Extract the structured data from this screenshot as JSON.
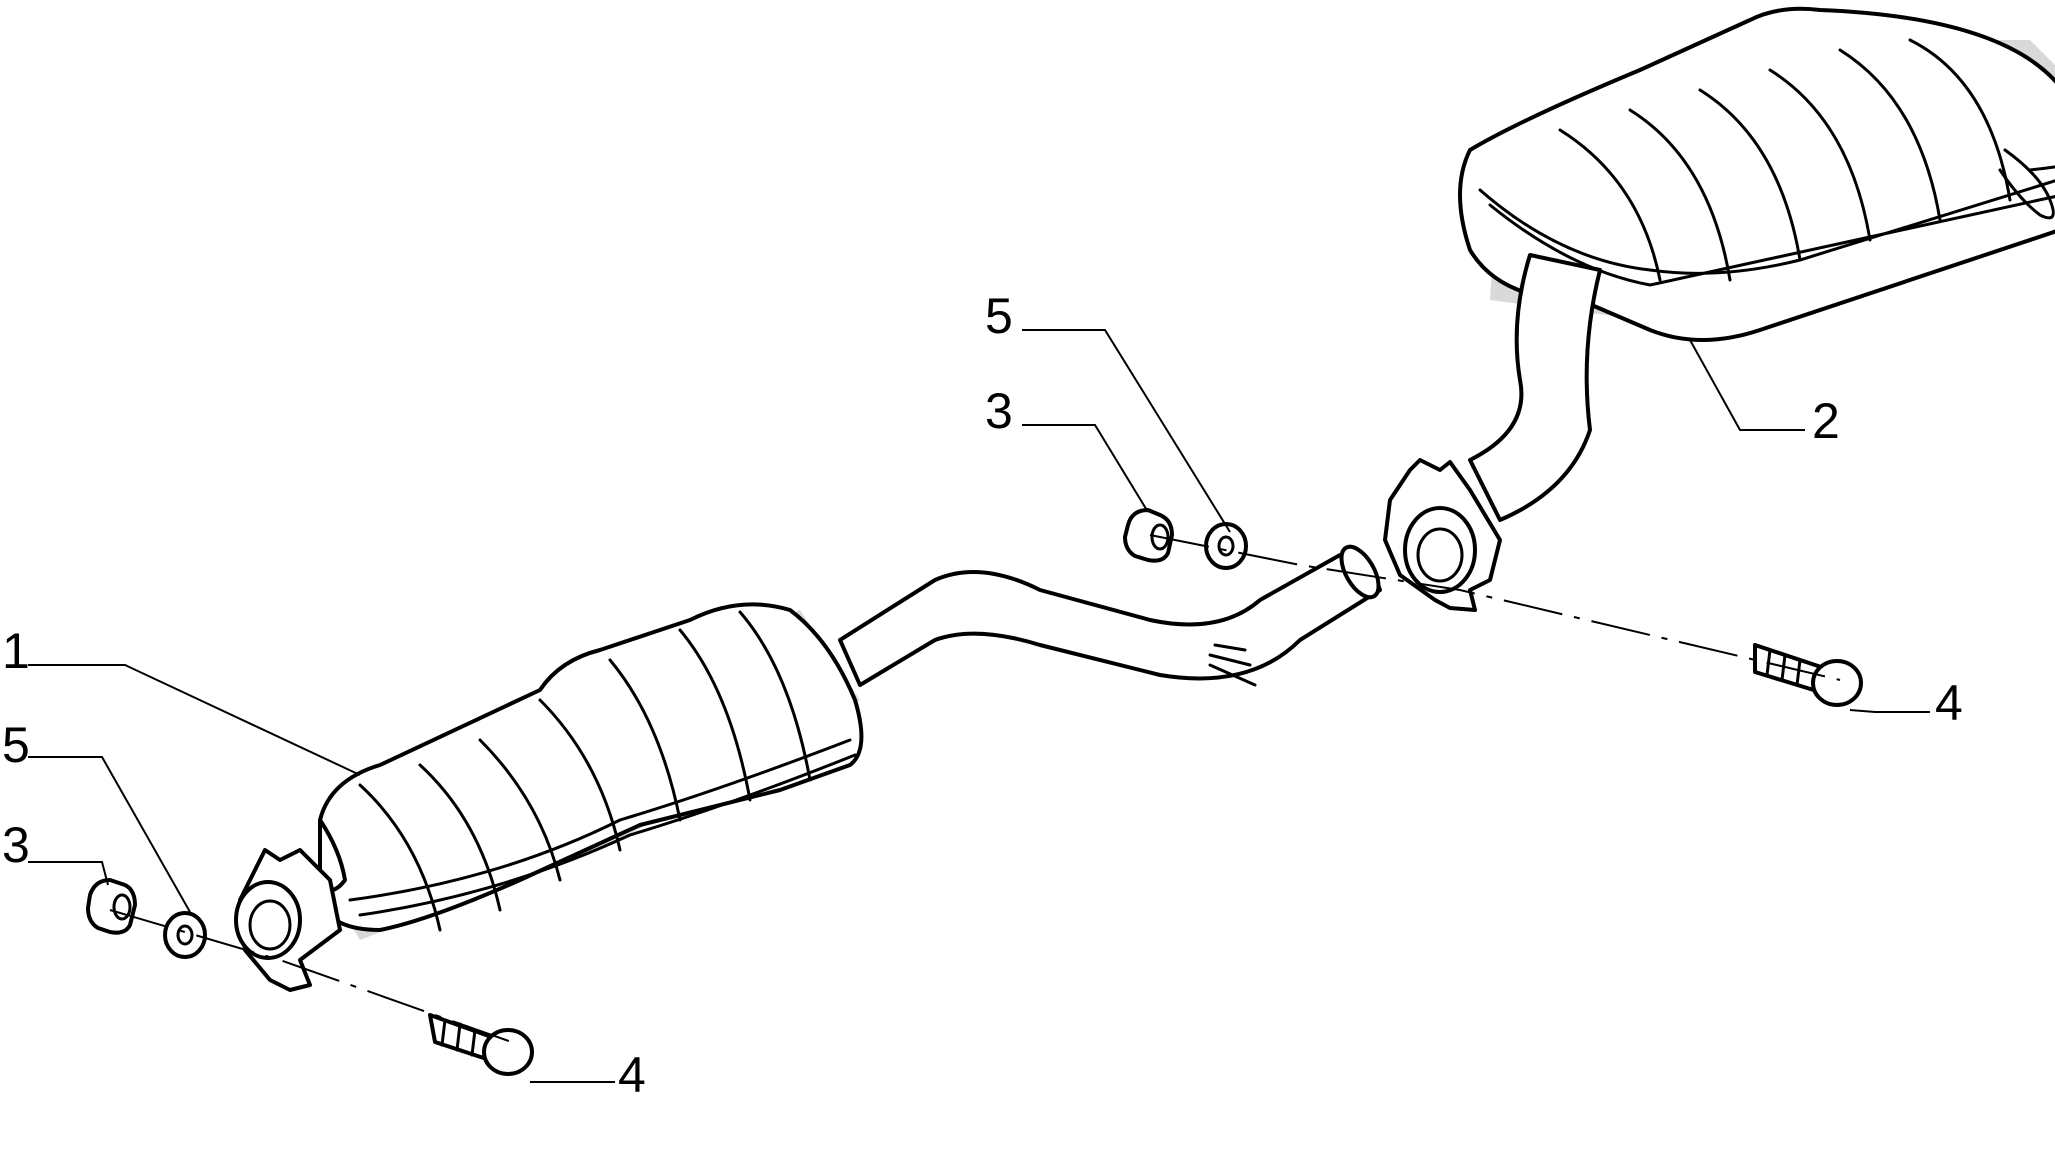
{
  "callouts": [
    {
      "id": "c1",
      "label": "1"
    },
    {
      "id": "c2",
      "label": "2"
    },
    {
      "id": "c3a",
      "label": "3"
    },
    {
      "id": "c3b",
      "label": "3"
    },
    {
      "id": "c4a",
      "label": "4"
    },
    {
      "id": "c4b",
      "label": "4"
    },
    {
      "id": "c5a",
      "label": "5"
    },
    {
      "id": "c5b",
      "label": "5"
    }
  ],
  "colors": {
    "line": "#000000",
    "shade": "#d9d9d9",
    "background": "#ffffff"
  }
}
